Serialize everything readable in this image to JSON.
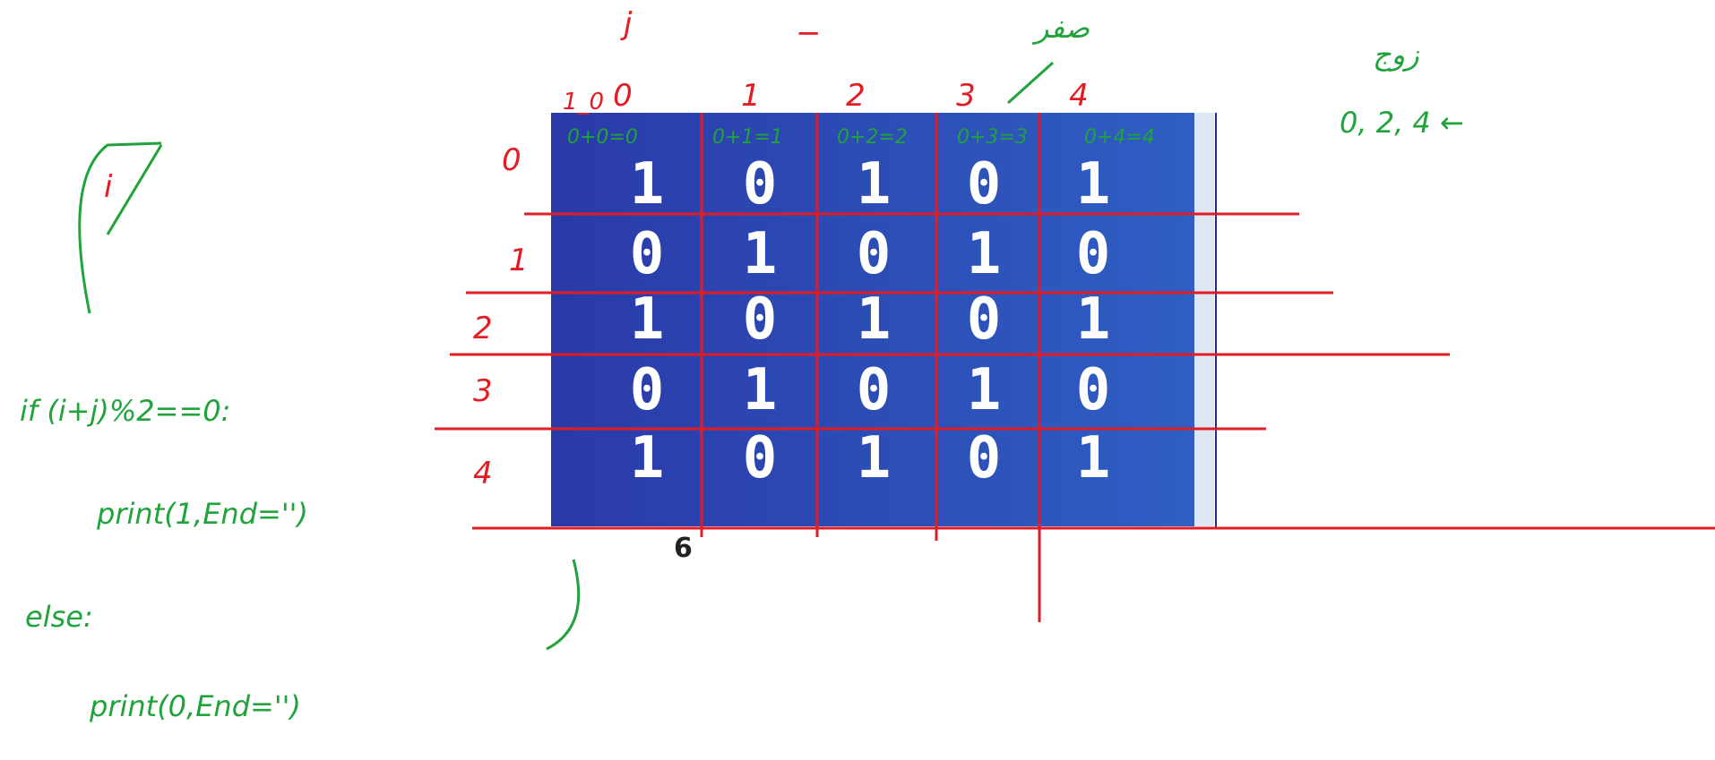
{
  "grid": {
    "rows": [
      [
        "1",
        "0",
        "1",
        "0",
        "1"
      ],
      [
        "0",
        "1",
        "0",
        "1",
        "0"
      ],
      [
        "1",
        "0",
        "1",
        "0",
        "1"
      ],
      [
        "0",
        "1",
        "0",
        "1",
        "0"
      ],
      [
        "1",
        "0",
        "1",
        "0",
        "1"
      ]
    ],
    "row_indices": [
      "0",
      "1",
      "2",
      "3",
      "4"
    ],
    "col_indices": [
      "0",
      "1",
      "2",
      "3",
      "4"
    ],
    "sum_notes": [
      "0+0=0",
      "0+1=1",
      "0+2=2",
      "0+3=3",
      "0+4=4"
    ]
  },
  "annotations": {
    "j_label": "j",
    "i_label": "i",
    "minus_mark": "−",
    "bottom_mark": "6",
    "arabic_zero": "صفر",
    "arabic_even": "زوج",
    "even_list": "0, 2, 4 ←",
    "zero_top_left": "1_0"
  },
  "code": {
    "line1": "if (i+j)%2==0:",
    "line2": "print(1,End='')",
    "line3": "else:",
    "line4": "print(0,End='')"
  },
  "colors": {
    "grid_bg": "#2a45b0",
    "grid_edge": "#2f5fc4",
    "red_lines": "#e31b23",
    "green_ink": "#1fa33a",
    "digit": "#ffffff"
  }
}
